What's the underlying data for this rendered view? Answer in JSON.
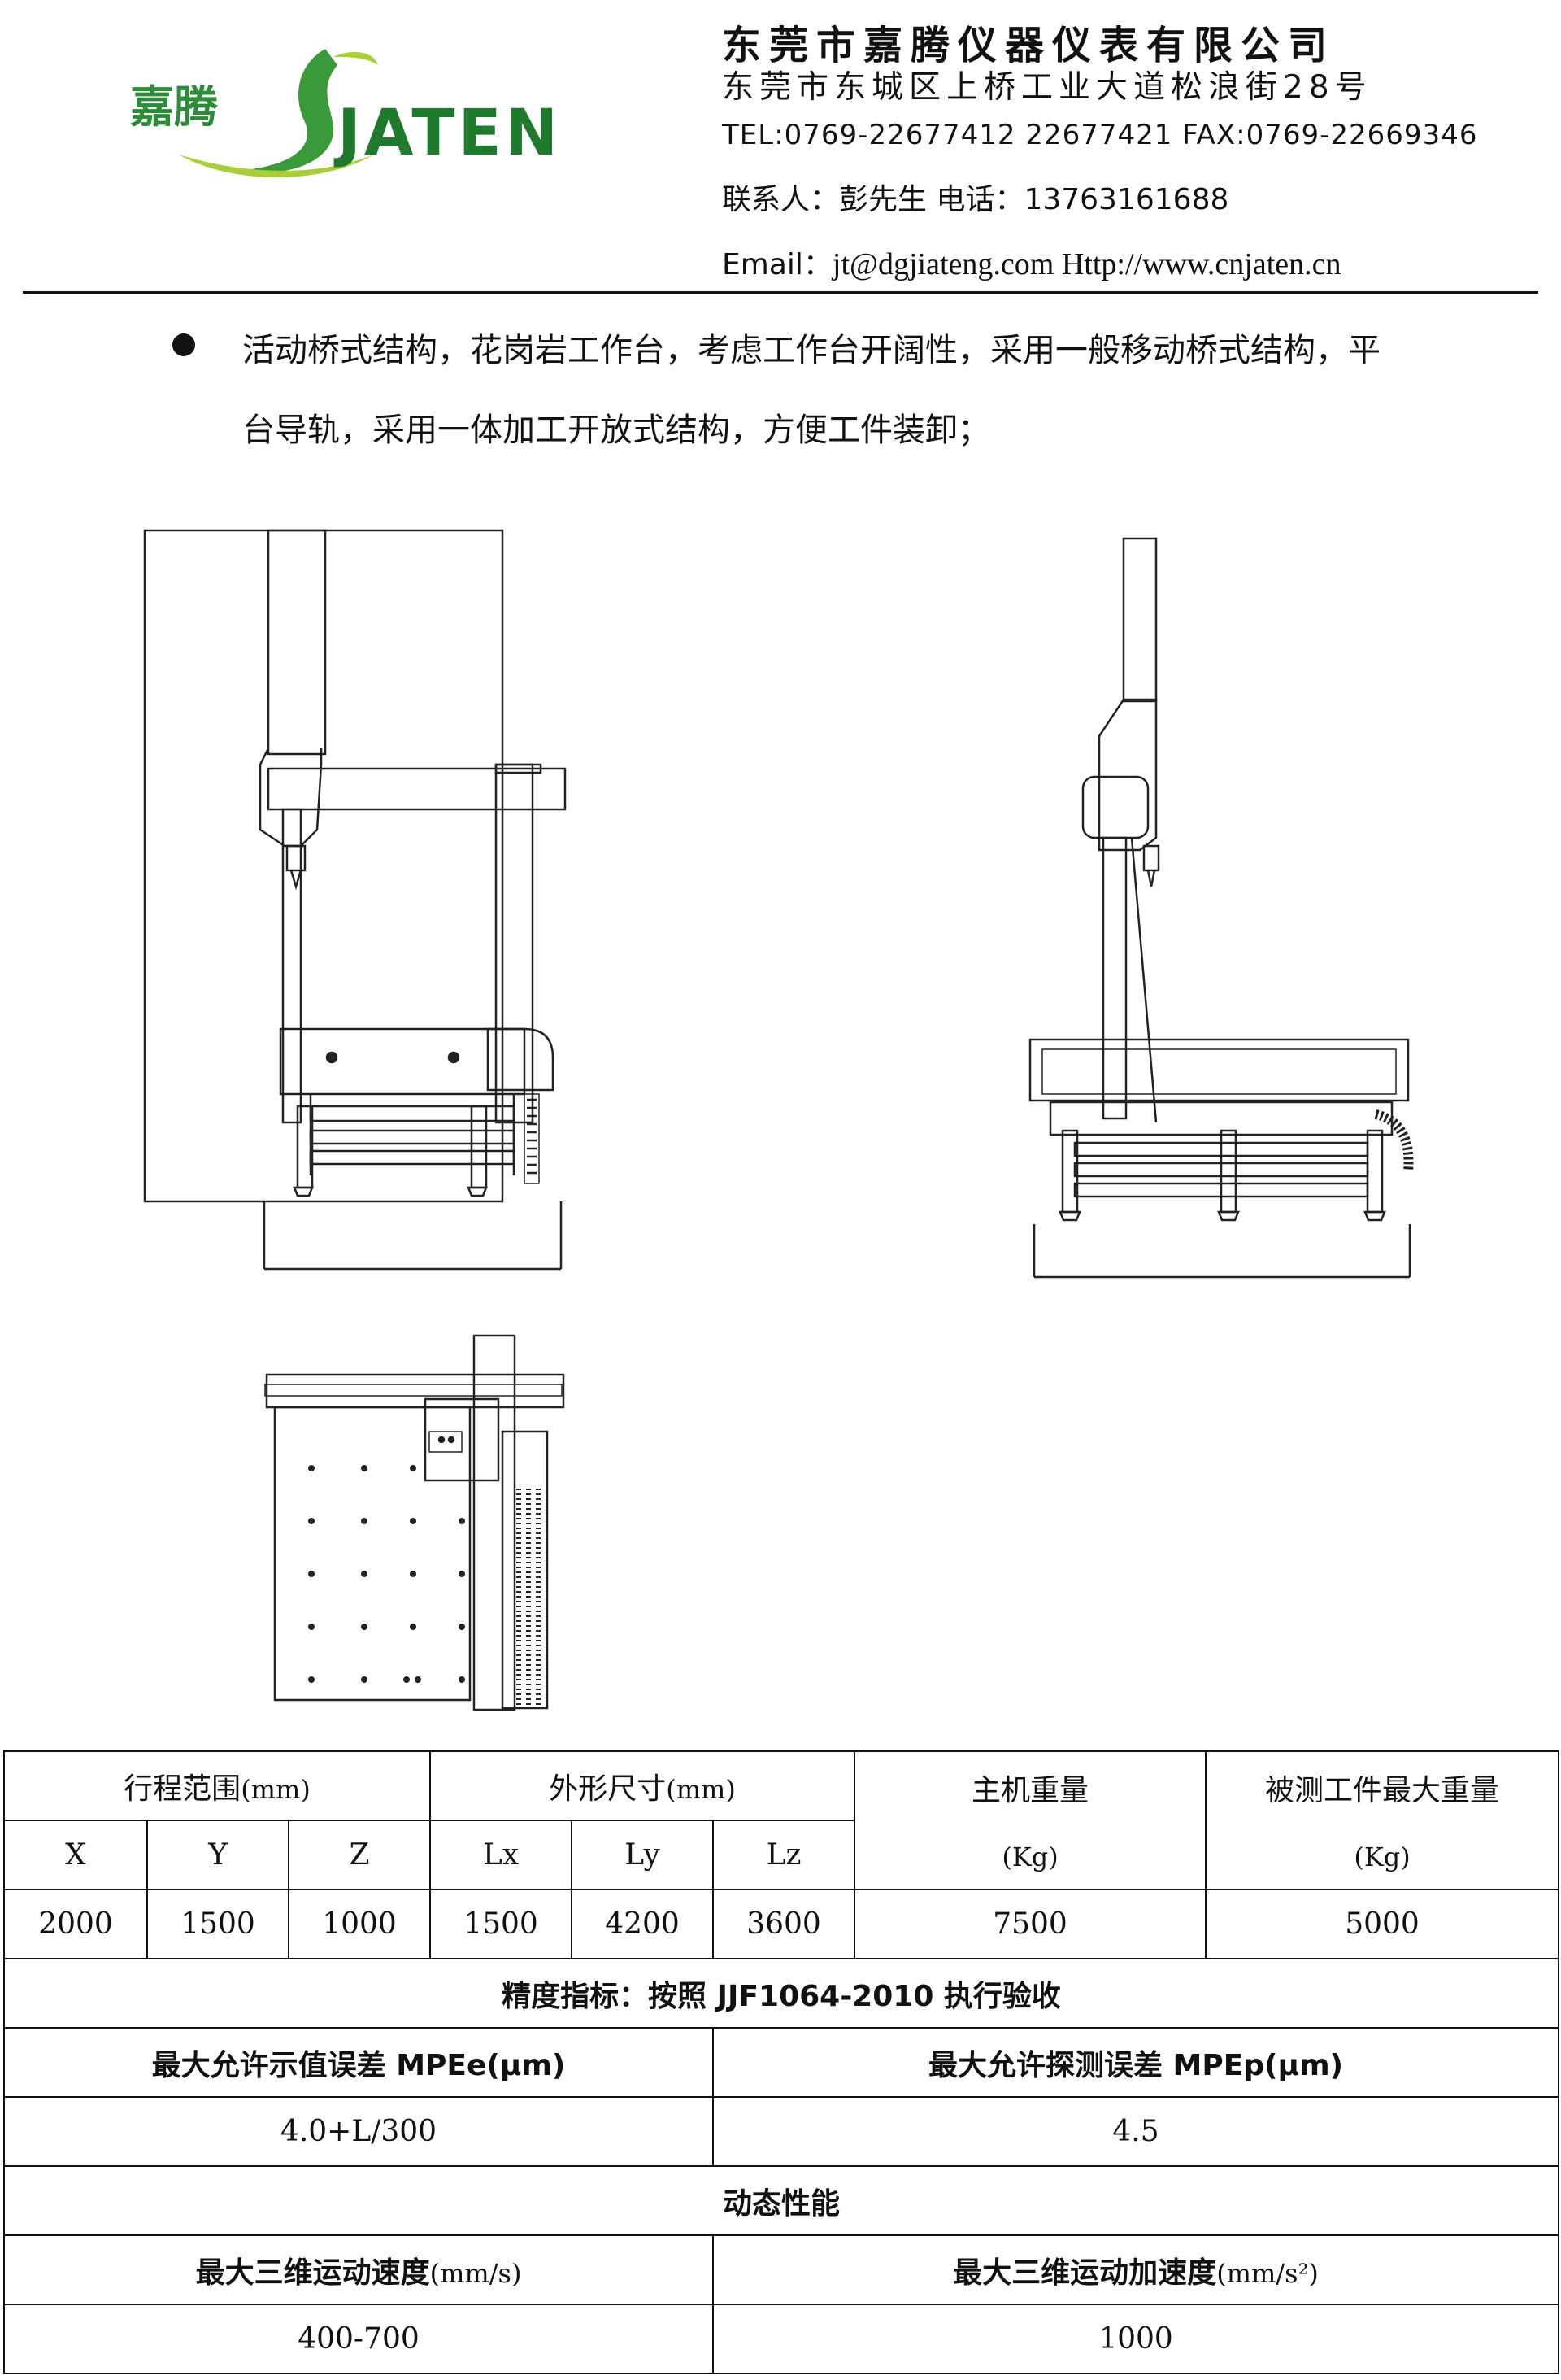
{
  "header": {
    "logo_cn": "嘉腾",
    "logo_en": "JATEN",
    "company_name": "东莞市嘉腾仪器仪表有限公司",
    "address": "东莞市东城区上桥工业大道松浪街28号",
    "tel_fax": "TEL:0769-22677412 22677421   FAX:0769-22669346",
    "contact": "联系人：彭先生  电话：13763161688",
    "email_label": "Email：",
    "email_value": "jt@dgjiateng.com   Http://www.cnjaten.cn"
  },
  "intro": {
    "line1": "活动桥式结构，花岗岩工作台，考虑工作台开阔性，采用一般移动桥式结构，平",
    "line2": "台导轨，采用一体加工开放式结构，方便工件装卸；"
  },
  "colors": {
    "logo_green": "#3a9a3a",
    "logo_lime": "#a8cf3a",
    "logo_dark": "#1f6f2a",
    "line": "#222222"
  },
  "spec_table": {
    "travel_header": "行程范围",
    "travel_unit": "(mm)",
    "dims_header": "外形尺寸",
    "dims_unit": "(mm)",
    "host_weight_header": "主机重量",
    "host_weight_unit": "(Kg)",
    "max_load_header": "被测工件最大重量",
    "max_load_unit": "(Kg)",
    "sub_headers": [
      "X",
      "Y",
      "Z",
      "Lx",
      "Ly",
      "Lz"
    ],
    "values": [
      "2000",
      "1500",
      "1000",
      "1500",
      "4200",
      "3600",
      "7500",
      "5000"
    ],
    "accuracy_title": "精度指标：按照 JJF1064-2010 执行验收",
    "mpee_header": "最大允许示值误差 MPEe(μm)",
    "mpep_header": "最大允许探测误差 MPEp(μm)",
    "mpee_value": "4.0+L/300",
    "mpep_value": "4.5",
    "dynamic_title": "动态性能",
    "speed_header": "最大三维运动速度",
    "speed_unit": "(mm/s)",
    "accel_header": "最大三维运动加速度",
    "accel_unit": "(mm/s²)",
    "speed_value": "400-700",
    "accel_value": "1000"
  }
}
